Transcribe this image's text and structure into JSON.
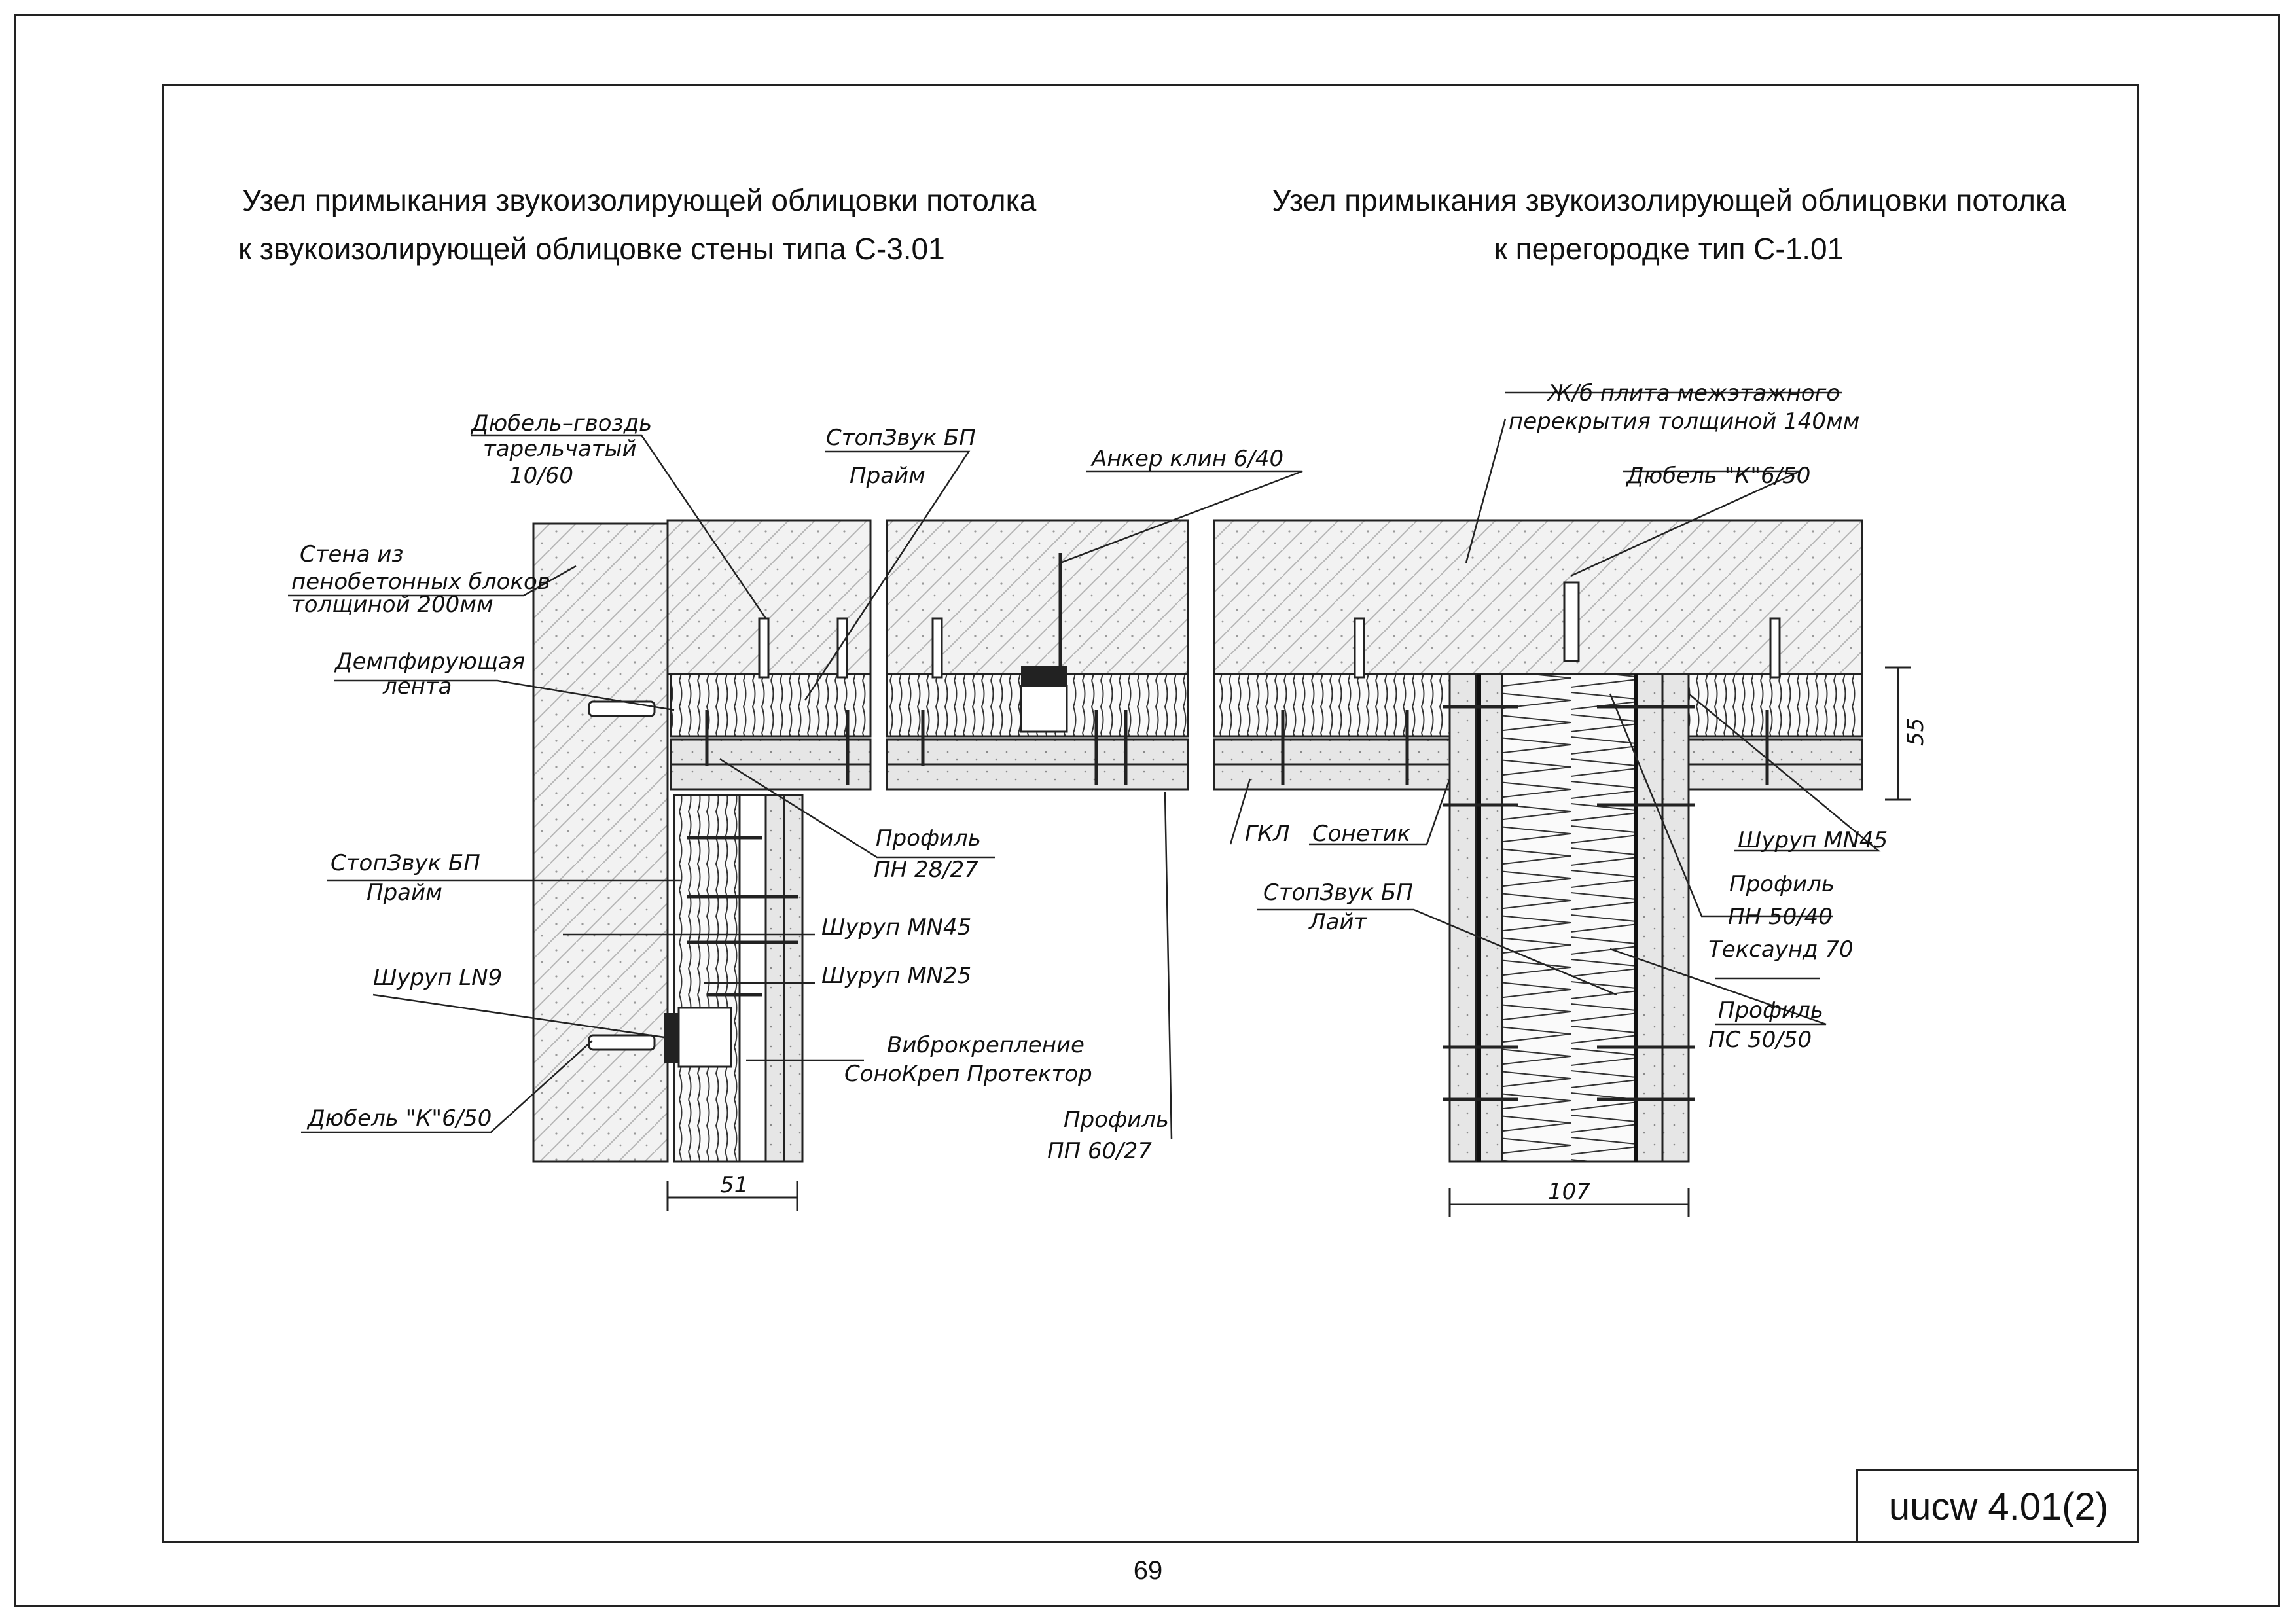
{
  "titles": {
    "left_line1": "Узел примыкания звукоизолирующей облицовки потолка",
    "left_line2": "к звукоизолирующей облицовке стены типа С-3.01",
    "right_line1": "Узел примыкания звукоизолирующей облицовки потолка",
    "right_line2": "к перегородке тип С-1.01"
  },
  "labels": {
    "dubel_gvozd_1": "Дюбель–гвоздь",
    "dubel_gvozd_2": "тарельчатый",
    "dubel_gvozd_3": "10/60",
    "stopzvuk_bp_top_1": "СтопЗвук БП",
    "stopzvuk_bp_top_2": "Прайм",
    "anker": "Анкер клин 6/40",
    "stena_1": "Стена из",
    "stena_2": "пенобетонных блоков",
    "stena_3": "толщиной 200мм",
    "dempf_1": "Демпфирующая",
    "dempf_2": "лента",
    "profil_pn28_1": "Профиль",
    "profil_pn28_2": "ПН 28/27",
    "stopzvuk_bp_wall_1": "СтопЗвук БП",
    "stopzvuk_bp_wall_2": "Прайм",
    "shurup_mn45_left": "Шуруп MN45",
    "shurup_mn25": "Шуруп MN25",
    "shurup_ln9": "Шуруп LN9",
    "vibro_1": "Виброкрепление",
    "vibro_2": "СоноКреп Протектор",
    "dubel_k_left": "Дюбель \"К\"6/50",
    "profil_pp_1": "Профиль",
    "profil_pp_2": "ПП 60/27",
    "dim_51": "51",
    "zhb_1": "Ж/б плита межэтажного",
    "zhb_2": "перекрытия толщиной 140мм",
    "dubel_k_right": "Дюбель \"К\"6/50",
    "dim_55": "55",
    "gkl": "ГКЛ",
    "sonetik": "Сонетик",
    "shurup_mn45_right": "Шуруп MN45",
    "stopzvuk_lait_1": "СтопЗвук БП",
    "stopzvuk_lait_2": "Лайт",
    "profil_pn50_1": "Профиль",
    "profil_pn50_2": "ПН 50/40",
    "teksaund": "Тексаунд 70",
    "profil_ps_1": "Профиль",
    "profil_ps_2": "ПС 50/50",
    "dim_107": "107"
  },
  "stamp": "uucw 4.01(2)",
  "page_number": "69"
}
